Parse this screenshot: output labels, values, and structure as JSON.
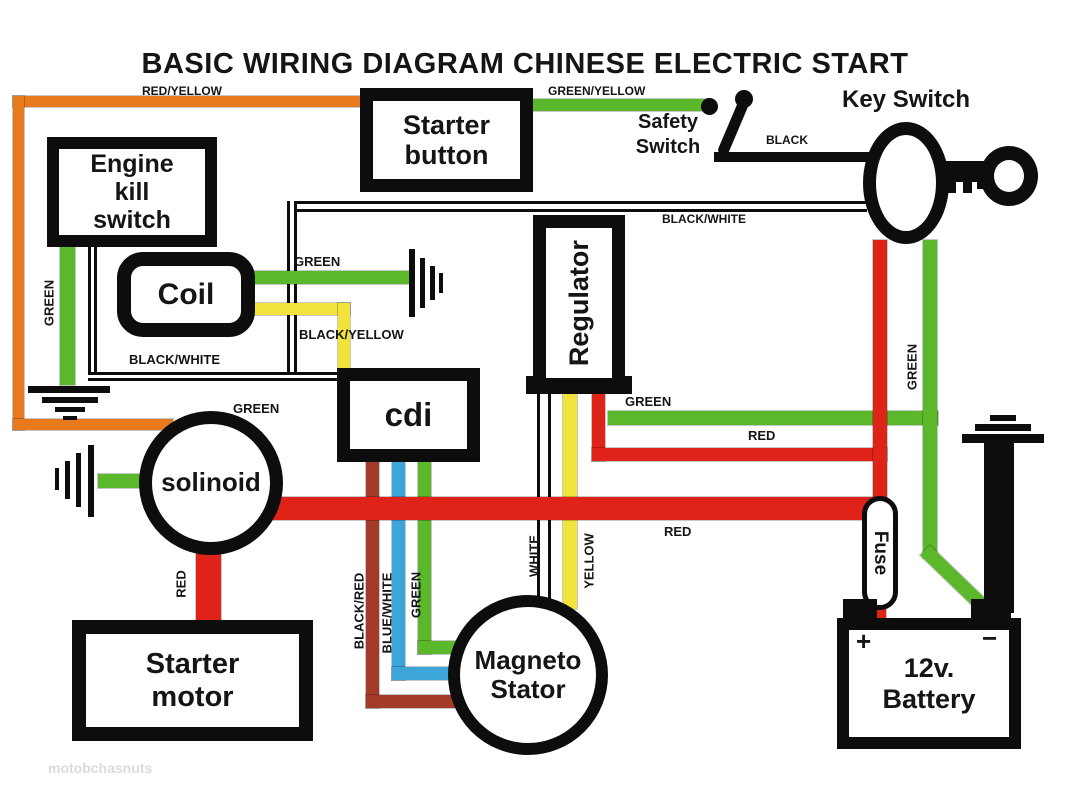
{
  "title": "BASIC WIRING DIAGRAM CHINESE ELECTRIC START",
  "watermark": "motobchasnuts",
  "components": {
    "engine_kill_switch": "Engine kill switch",
    "starter_button": "Starter button",
    "coil": "Coil",
    "cdi": "cdi",
    "regulator": "Regulator",
    "solinoid": "solinoid",
    "magneto_stator": "Magneto Stator",
    "starter_motor": "Starter motor",
    "battery": "12v. Battery",
    "battery_plus": "+",
    "battery_minus": "−",
    "fuse": "Fuse",
    "key_switch": "Key Switch",
    "safety_switch": "Safety Switch"
  },
  "wire_labels": {
    "red_yellow": "RED/YELLOW",
    "green_yellow": "GREEN/YELLOW",
    "black": "BLACK",
    "black_white_key": "BLACK/WHITE",
    "black_white_coil": "BLACK/WHITE",
    "green_coil_ground": "GREEN",
    "black_yellow": "BLACK/YELLOW",
    "green_kill": "GREEN",
    "green_solinoid": "GREEN",
    "green_regulator": "GREEN",
    "red_regulator": "RED",
    "green_key": "GREEN",
    "red_bus": "RED",
    "red_starter": "RED",
    "black_red": "BLACK/RED",
    "blue_white": "BLUE/WHITE",
    "green_cdi": "GREEN",
    "white": "WHITE",
    "yellow": "YELLOW"
  },
  "colors": {
    "wire_orange": "#e8791c",
    "wire_green": "#5cb82b",
    "wire_red": "#e02318",
    "wire_yellow": "#f1e23c",
    "wire_blue": "#3ea5d9",
    "wire_dark_red": "#a33b28"
  }
}
